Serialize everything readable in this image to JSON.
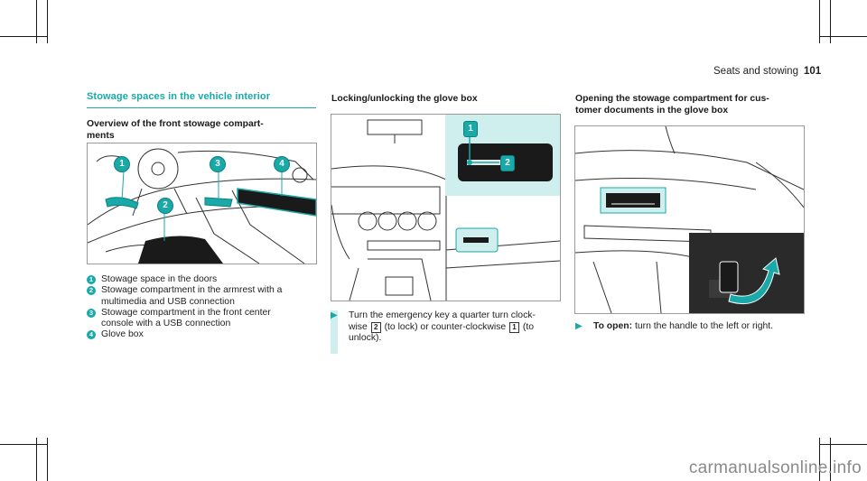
{
  "header": {
    "section": "Seats and stowing",
    "page": "101"
  },
  "section_title": "Stowage spaces in the vehicle interior",
  "col1": {
    "subtitle_line1": "Overview of the front stowage compart-",
    "subtitle_line2": "ments",
    "callouts": [
      "1",
      "2",
      "3",
      "4"
    ],
    "legend": [
      {
        "num": "1",
        "line1": "Stowage space in the doors",
        "line2": ""
      },
      {
        "num": "2",
        "line1": "Stowage compartment in the armrest with a",
        "line2": "multimedia and USB connection"
      },
      {
        "num": "3",
        "line1": "Stowage compartment in the front center",
        "line2": "console with a USB connection"
      },
      {
        "num": "4",
        "line1": "Glove box",
        "line2": ""
      }
    ]
  },
  "col2": {
    "subtitle": "Locking/unlocking the glove box",
    "callouts": [
      "1",
      "2"
    ],
    "step": {
      "line1": "Turn the emergency key a quarter turn clock-",
      "line2_a": "wise",
      "line2_num": "2",
      "line2_b": "(to lock) or counter-clockwise",
      "line2_num2": "1",
      "line2_c": "(to",
      "line3": "unlock)."
    }
  },
  "col3": {
    "subtitle_line1": "Opening the stowage compartment for cus-",
    "subtitle_line2": "tomer documents in the glove box",
    "step": {
      "bold": "To open:",
      "text": " turn the handle to the left or right."
    }
  },
  "watermark": "carmanualsonline.info",
  "colors": {
    "accent": "#1aa9a9",
    "highlight": "#cfeeee"
  }
}
